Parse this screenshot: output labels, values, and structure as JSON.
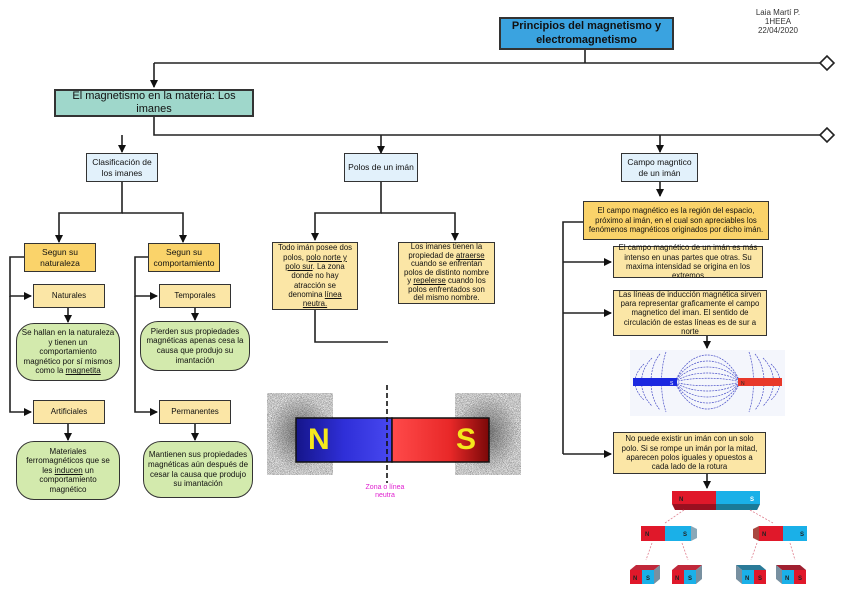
{
  "author": {
    "name": "Laia Martí P.",
    "group": "1HEEA",
    "date": "22/04/2020"
  },
  "root": {
    "title": "Principios del magnetismo y electromagnetismo"
  },
  "section": {
    "title": "El magnetismo en la materia: Los imanes"
  },
  "branches": {
    "classification": {
      "title": "Clasificación de los imanes",
      "by_nature": {
        "title": "Segun su naturaleza",
        "natural": {
          "label": "Naturales",
          "desc_before": "Se hallan en la naturaleza y tienen un comportamiento magnético por sí mismos como la ",
          "desc_underlined": "magnetita",
          "desc_after": ""
        },
        "artificial": {
          "label": "Artificiales",
          "desc_before": "Materiales ferromagnéticos que se les ",
          "desc_underlined": "inducen",
          "desc_after": " un comportamiento magnético"
        }
      },
      "by_behavior": {
        "title": "Segun su comportamiento",
        "temporary": {
          "label": "Temporales",
          "desc": "Pierden sus propiedades magnéticas apenas cesa la causa que produjo su imantación"
        },
        "permanent": {
          "label": "Permanentes",
          "desc": "Mantienen sus propiedades magnéticas aún después de cesar la causa que produjo su imantación"
        }
      }
    },
    "poles": {
      "title": "Polos de un imán",
      "left": {
        "t1": "Todo imán posee dos polos, ",
        "u1": "polo norte y polo sur",
        "t2": ". La zona donde no hay atracción se denomina ",
        "u2": "línea neutra."
      },
      "right": {
        "t1": "Los imanes tienen la propiedad de ",
        "u1": "atraerse",
        "t2": " cuando se enfrentan polos de distinto nombre y ",
        "u2": "repelerse",
        "t3": " cuando los polos enfrentados son del mismo nombre."
      },
      "magnet_image": {
        "north_label": "N",
        "south_label": "S",
        "caption": "Zona o línea neutra",
        "north_color": "#2f2fd8",
        "south_color": "#f03030",
        "letter_color": "#f5e81c"
      }
    },
    "field": {
      "title": "Campo magntico de un imán",
      "definition": "El campo magnético es la región del espacio, próximo al imán, en el cual son apreciables los fenómenos magnéticos originados por dicho imán.",
      "intensity": "El campo magnético de un imán es más intenso en unas partes que otras. Su maxima intensidad se origina en los extremos",
      "induction_lines": "Las líneas de inducción magnética sirven para representar graficamente el campo magnetico del iman. El sentido de circulación de estas líneas es de sur a norte",
      "field_image": {
        "left_label": "S",
        "right_label": "N"
      },
      "single_pole": "No puede existir un imán con un solo polo. Si se rompe un imán por la mitad, aparecen polos iguales y opuestos a cada lado de la rotura",
      "broken_magnet_image": {
        "north_label": "N",
        "south_label": "S",
        "north_color": "#e0182a",
        "south_color": "#1ab0e8"
      }
    }
  }
}
